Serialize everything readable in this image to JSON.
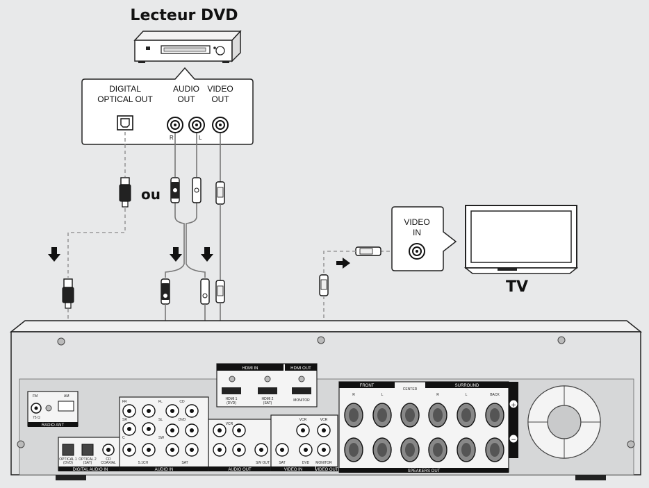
{
  "dvd_player": {
    "title": "Lecteur DVD"
  },
  "dvd_panel": {
    "digital_label_1": "DIGITAL",
    "digital_label_2": "OPTICAL OUT",
    "audio_label_1": "AUDIO",
    "audio_label_2": "OUT",
    "video_label_1": "VIDEO",
    "video_label_2": "OUT",
    "r": "R",
    "l": "L"
  },
  "or_label": "ou",
  "tv": {
    "title": "TV",
    "video_in_1": "VIDEO",
    "video_in_2": "IN"
  },
  "receiver": {
    "hdmi_in": "HDMI IN",
    "hdmi_out": "HDMI OUT",
    "hdmi1": "HDMI 1",
    "hdmi1_sub": "(DVD)",
    "hdmi2": "HDMI 2",
    "hdmi2_sub": "(SAT)",
    "monitor": "MONITOR",
    "fm": "FM",
    "am": "AM",
    "ohm": "75 Ω",
    "radio_ant": "RADIO ANT",
    "optical1": "OPTICAL 1",
    "optical1_sub": "(DVD)",
    "optical2": "OPTICAL 2",
    "optical2_sub": "(SAT)",
    "coaxial_cd": "CD",
    "coaxial": "COAXIAL",
    "digital_audio_in": "DIGITAL AUDIO IN",
    "fr": "FR",
    "fl": "FL",
    "sr": "SR",
    "sl": "SL",
    "c": "C",
    "sw": "SW",
    "ch51": "5.1CH",
    "cd": "CD",
    "dvd": "DVD",
    "vcr": "VCR",
    "sat": "SAT",
    "audio_in": "AUDIO IN",
    "audio_out": "AUDIO OUT",
    "sw_out": "SW OUT",
    "video_in": "VIDEO IN",
    "video_out": "VIDEO OUT",
    "front": "FRONT",
    "center": "CENTER",
    "surround": "SURROUND",
    "back": "BACK",
    "spk_r": "R",
    "spk_l": "L",
    "speakers_out": "SPEAKERS OUT",
    "plus": "+",
    "minus": "−"
  }
}
